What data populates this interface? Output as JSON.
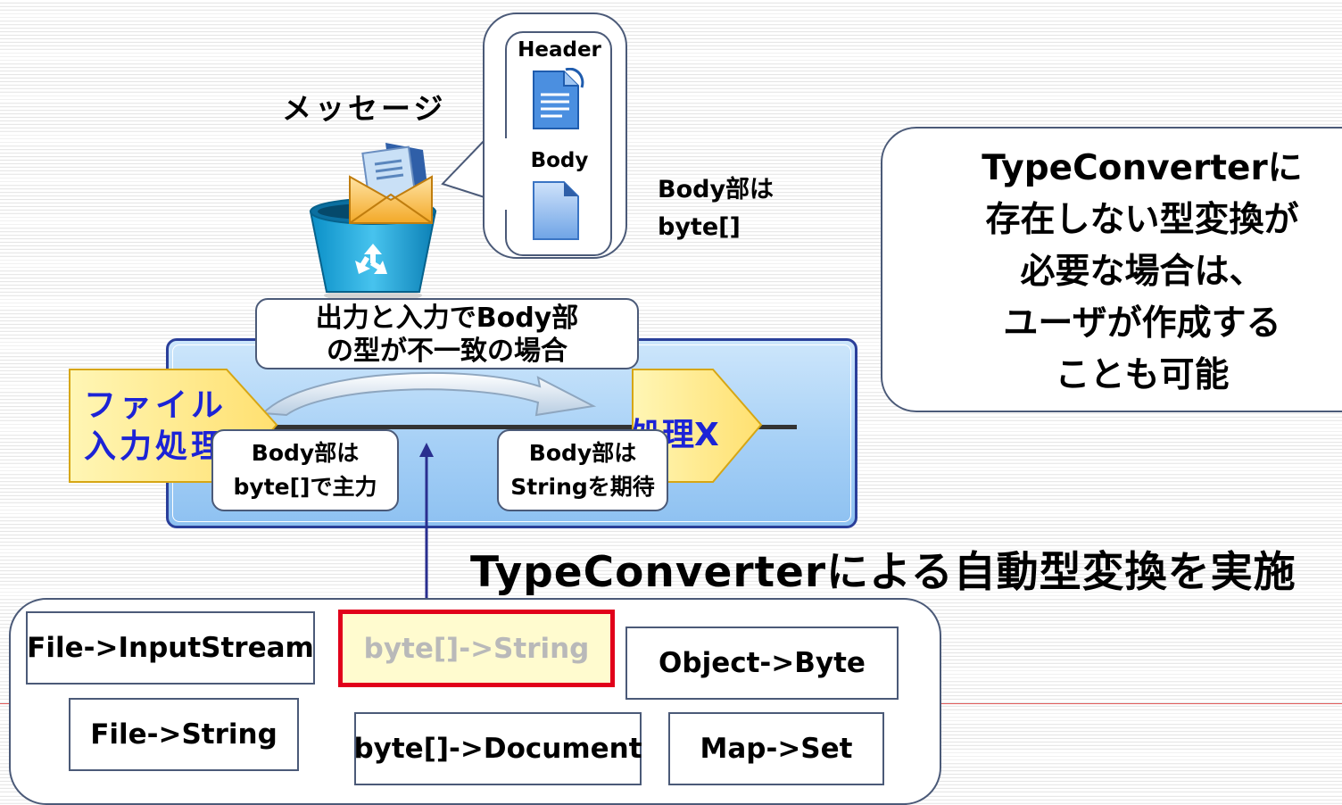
{
  "message": {
    "title": "メッセージ",
    "header_label": "Header",
    "body_label": "Body",
    "body_type_note": [
      "Body部は",
      "byte[]"
    ]
  },
  "note": {
    "lines": [
      "TypeConverterに",
      "存在しない型変換が",
      "必要な場合は、",
      "ユーザが作成する",
      "ことも可能"
    ]
  },
  "route": {
    "mismatch_callout": [
      "出力と入力でBody部",
      "の型が不一致の場合"
    ],
    "from_endpoint": [
      "ファイル",
      "入力処理"
    ],
    "to_endpoint": "処理X",
    "out_callout": [
      "Body部は",
      "byte[]で主力"
    ],
    "in_callout": [
      "Body部は",
      "Stringを期待"
    ]
  },
  "headline": "TypeConverterによる自動型変換を実施",
  "converters": [
    {
      "label": "File->InputStream",
      "highlighted": false
    },
    {
      "label": "byte[]->String",
      "highlighted": true
    },
    {
      "label": "Object->Byte",
      "highlighted": false
    },
    {
      "label": "File->String",
      "highlighted": false
    },
    {
      "label": "byte[]->Document",
      "highlighted": false
    },
    {
      "label": "Map->Set",
      "highlighted": false
    }
  ],
  "colors": {
    "endpoint_fill": "#ffe98a",
    "endpoint_text": "#1c23d6",
    "highlight_border": "#e1001a",
    "panel_border": "#2a3f9a"
  },
  "icons": [
    "envelope-icon",
    "recycle-bin-icon",
    "document-icon",
    "blank-document-icon"
  ]
}
